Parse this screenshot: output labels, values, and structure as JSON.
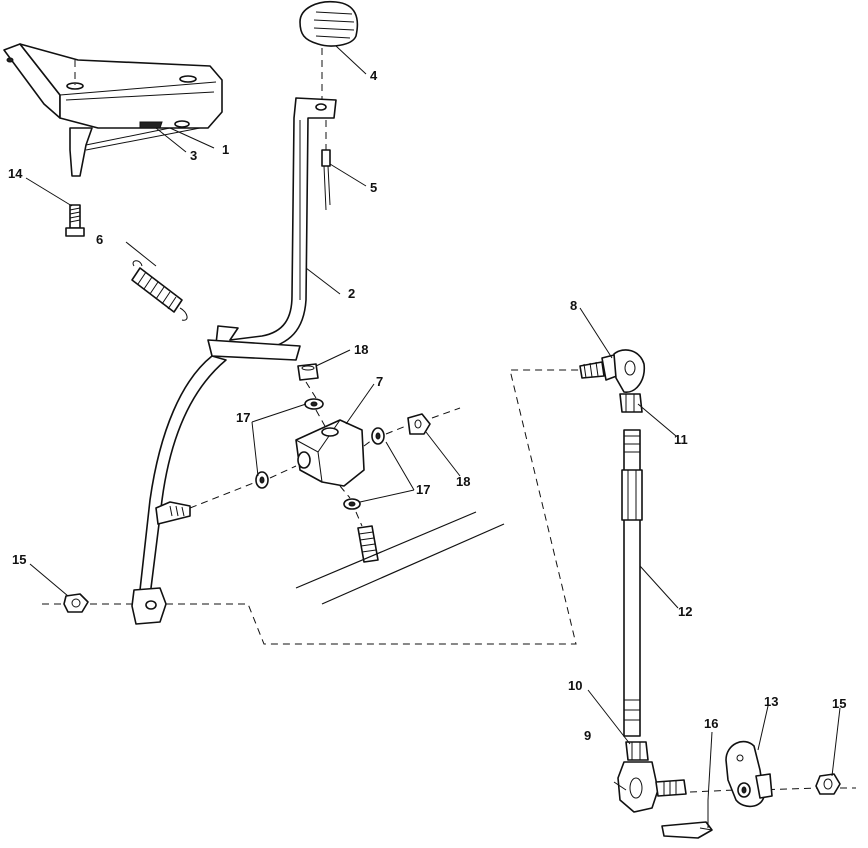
{
  "callouts": {
    "c1": "1",
    "c2": "2",
    "c3": "3",
    "c4": "4",
    "c5": "5",
    "c6": "6",
    "c7": "7",
    "c8": "8",
    "c9": "9",
    "c10": "10",
    "c11": "11",
    "c12": "12",
    "c13": "13",
    "c14": "14",
    "c15a": "15",
    "c15b": "15",
    "c16": "16",
    "c17a": "17",
    "c17b": "17",
    "c18a": "18",
    "c18b": "18"
  }
}
